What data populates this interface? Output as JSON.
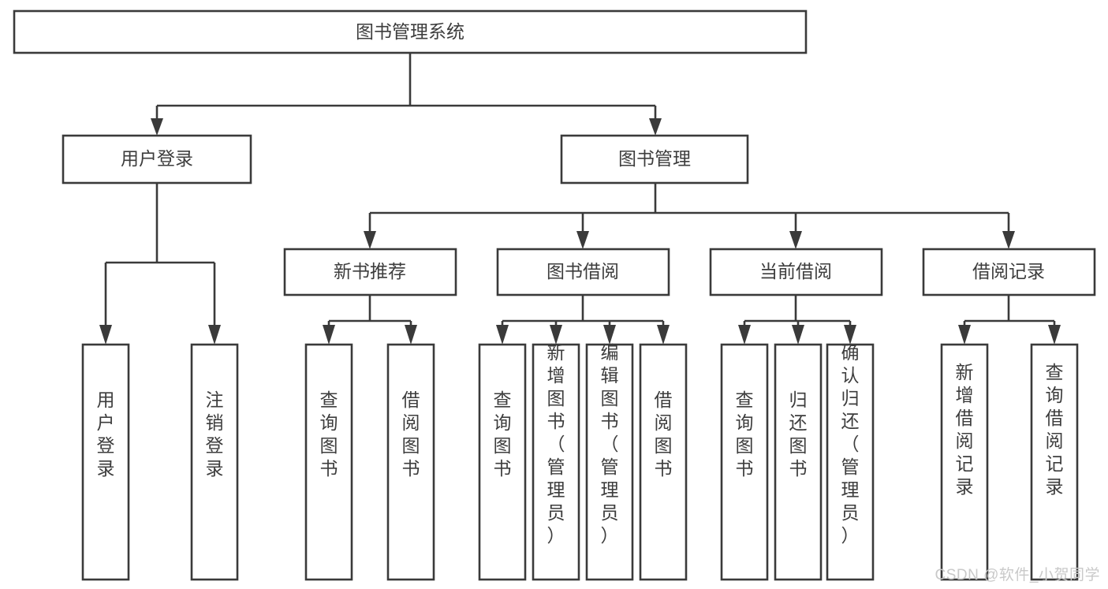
{
  "diagram": {
    "title": "图书管理系统",
    "type": "hierarchy-tree",
    "watermark": "CSDN @软件_小贺同学",
    "colors": {
      "stroke": "#3a3a3a",
      "box_fill": "#ffffff",
      "text": "#3d3d3d",
      "background": "#ffffff",
      "watermark": "#c9c9c9"
    },
    "root": {
      "label": "图书管理系统"
    },
    "level2": [
      {
        "label": "用户登录"
      },
      {
        "label": "图书管理"
      }
    ],
    "level3": [
      {
        "label": "新书推荐"
      },
      {
        "label": "图书借阅"
      },
      {
        "label": "当前借阅"
      },
      {
        "label": "借阅记录"
      }
    ],
    "leaves": {
      "user_login": [
        {
          "label": "用户登录"
        },
        {
          "label": "注销登录"
        }
      ],
      "new_book_recommend": [
        {
          "label": "查询图书"
        },
        {
          "label": "借阅图书"
        }
      ],
      "book_borrow": [
        {
          "label": "查询图书"
        },
        {
          "label": "新增图书（管理员）"
        },
        {
          "label": "编辑图书（管理员）"
        },
        {
          "label": "借阅图书"
        }
      ],
      "current_borrow": [
        {
          "label": "查询图书"
        },
        {
          "label": "归还图书"
        },
        {
          "label": "确认归还（管理员）"
        }
      ],
      "borrow_record": [
        {
          "label": "新增借阅记录"
        },
        {
          "label": "查询借阅记录"
        }
      ]
    }
  }
}
